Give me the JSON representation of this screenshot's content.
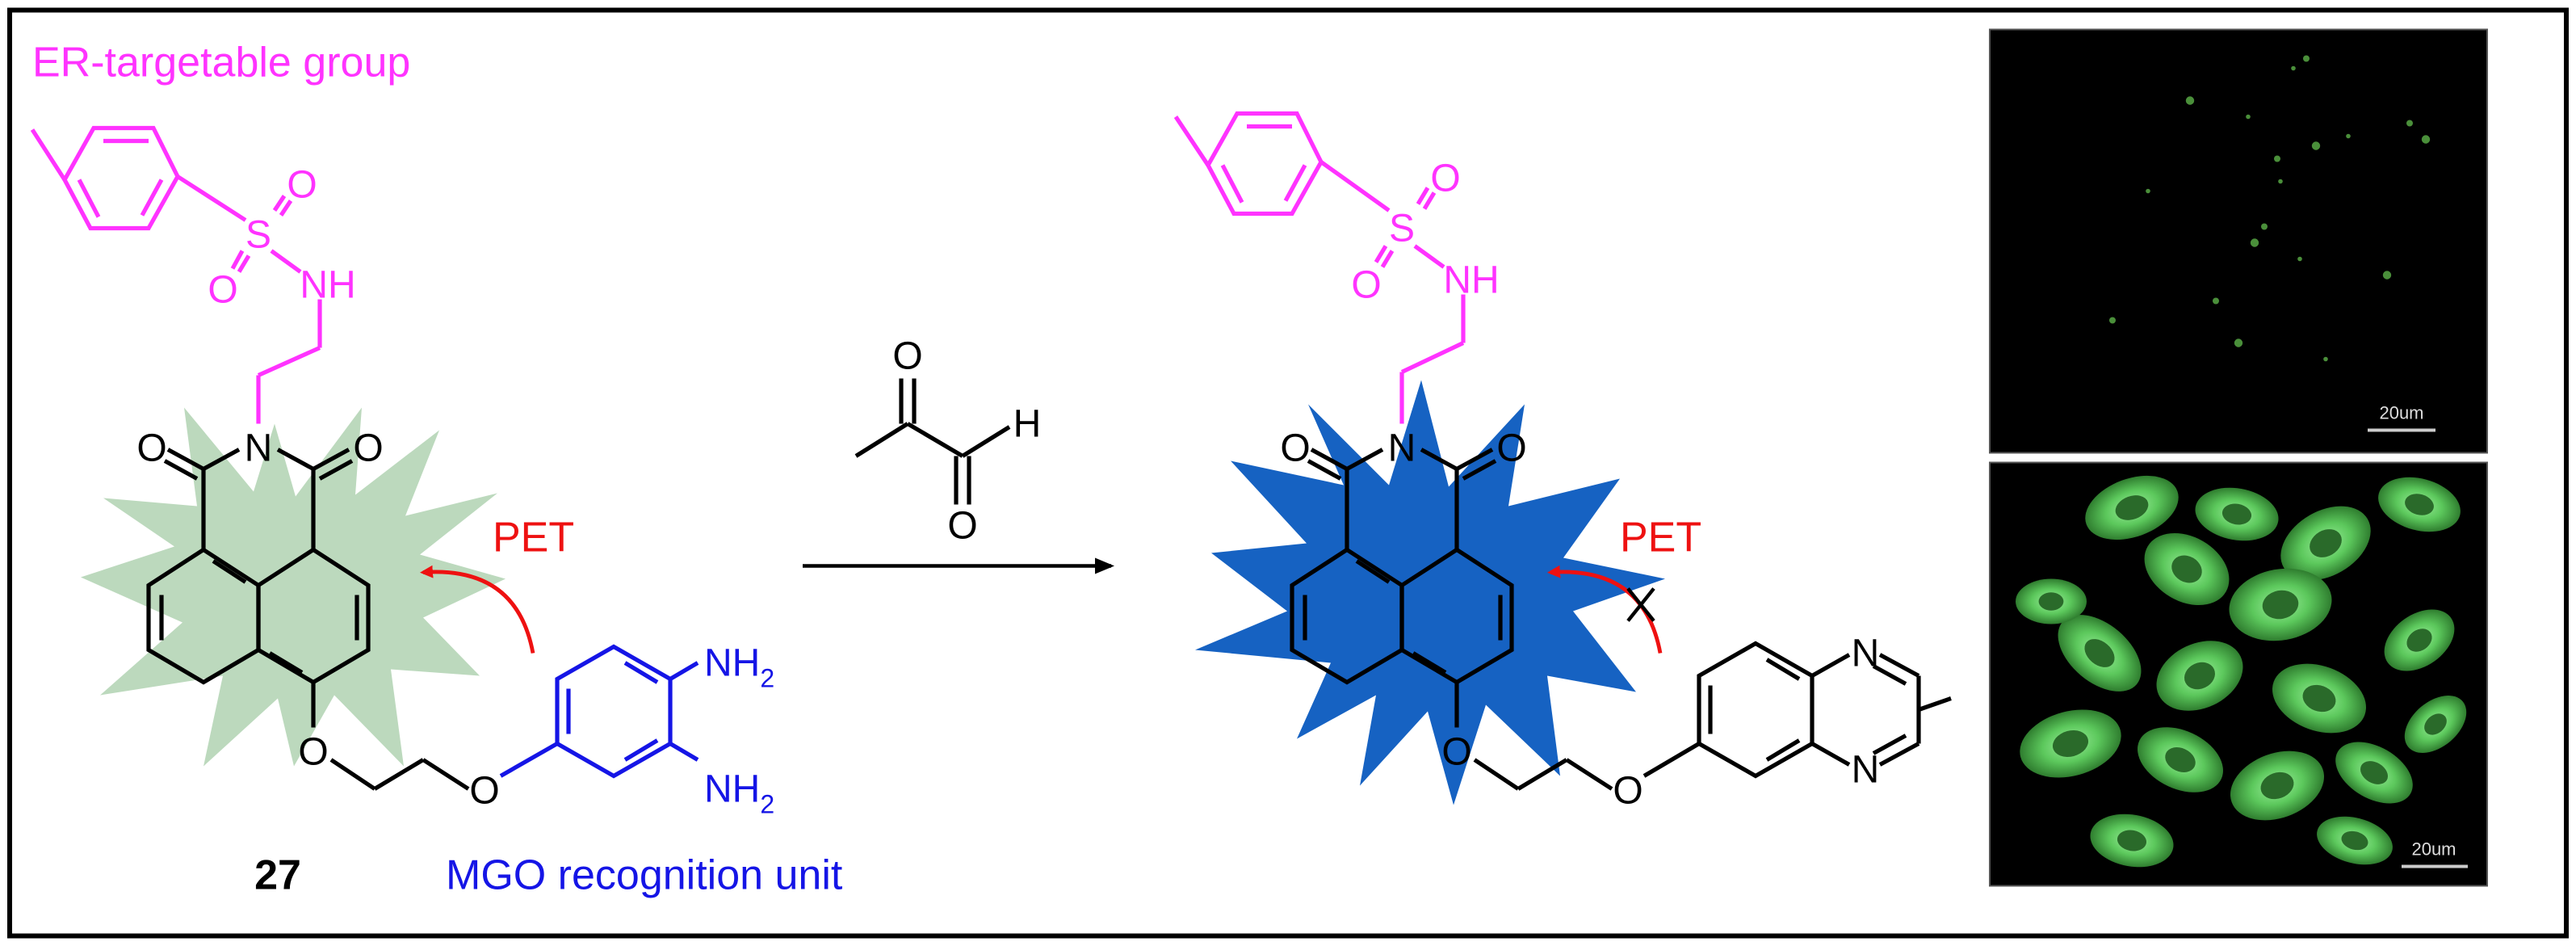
{
  "labels": {
    "er_group": "ER-targetable group",
    "mgo_unit": "MGO recognition unit",
    "compound_number": "27",
    "pet_left": "PET",
    "pet_right": "PET"
  },
  "atoms": {
    "O": "O",
    "S": "S",
    "N": "N",
    "NH": "NH",
    "H": "H",
    "NH2": "NH",
    "sub2": "2"
  },
  "scale_bars": {
    "top": "20um",
    "bottom": "20um"
  },
  "colors": {
    "er_group": "#ff33ff",
    "mgo_unit": "#1515e6",
    "pet_arrow": "#ee1111",
    "glow_pale": "#bcd9bd",
    "glow_blue": "#1662c2",
    "cells": "#66d466"
  },
  "micrographs": {
    "top": "sparse faint green fluorescence",
    "bottom": "bright green fluorescent cells"
  }
}
